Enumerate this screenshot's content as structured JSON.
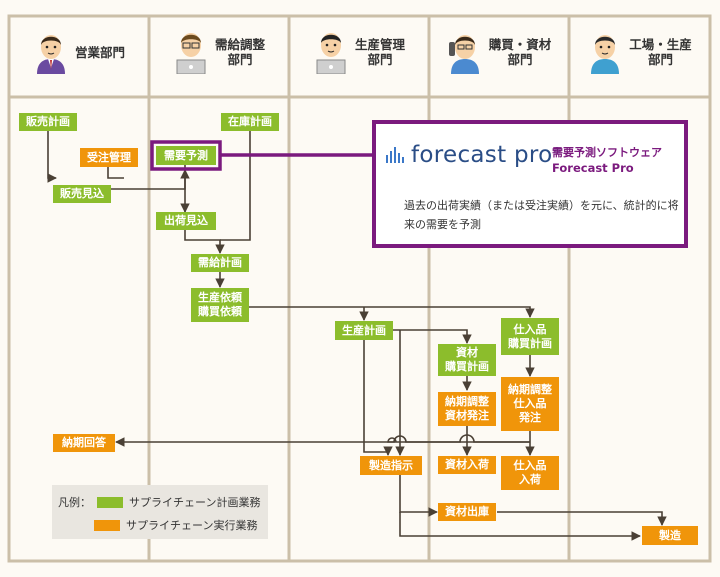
{
  "departments": [
    {
      "label": "営業部門"
    },
    {
      "label": "需給調整\n部門"
    },
    {
      "label": "生産管理\n部門"
    },
    {
      "label": "購買・資材\n部門"
    },
    {
      "label": "工場・生産\n部門"
    }
  ],
  "boxes": {
    "sales_plan": "販売計画",
    "order_mgmt": "受注管理",
    "sales_forecast": "販売見込",
    "inventory_plan": "在庫計画",
    "demand_forecast": "需要予測",
    "shipment_forecast": "出荷見込",
    "supply_demand_plan": "需給計画",
    "production_purchase_request": "生産依頼\n購買依頼",
    "production_plan": "生産計画",
    "material_purchase_plan": "資材\n購買計画",
    "material_order": "納期調整\n資材発注",
    "goods_purchase_plan": "仕入品\n購買計画",
    "goods_order": "納期調整\n仕入品\n発注",
    "delivery_reply": "納期回答",
    "manufacturing_order": "製造指示",
    "material_receipt": "資材入荷",
    "goods_receipt": "仕入品\n入荷",
    "material_issue": "資材出庫",
    "manufacturing": "製造"
  },
  "forecast_pro": {
    "logo_text": "forecast pro",
    "logo_mark": "®",
    "title_jp": "需要予測ソフトウェア",
    "title_en": "Forecast Pro",
    "description": "過去の出荷実績（または受注実績）を元に、統計的に将来の需要を予測"
  },
  "legend": {
    "title": "凡例：",
    "planning": "サプライチェーン計画業務",
    "execution": "サプライチェーン実行業務"
  },
  "colors": {
    "planning": "#8cbd2c",
    "execution": "#f0950a",
    "highlight": "#7b1a7e",
    "line": "#4a4035",
    "border": "#cbbfa8"
  }
}
